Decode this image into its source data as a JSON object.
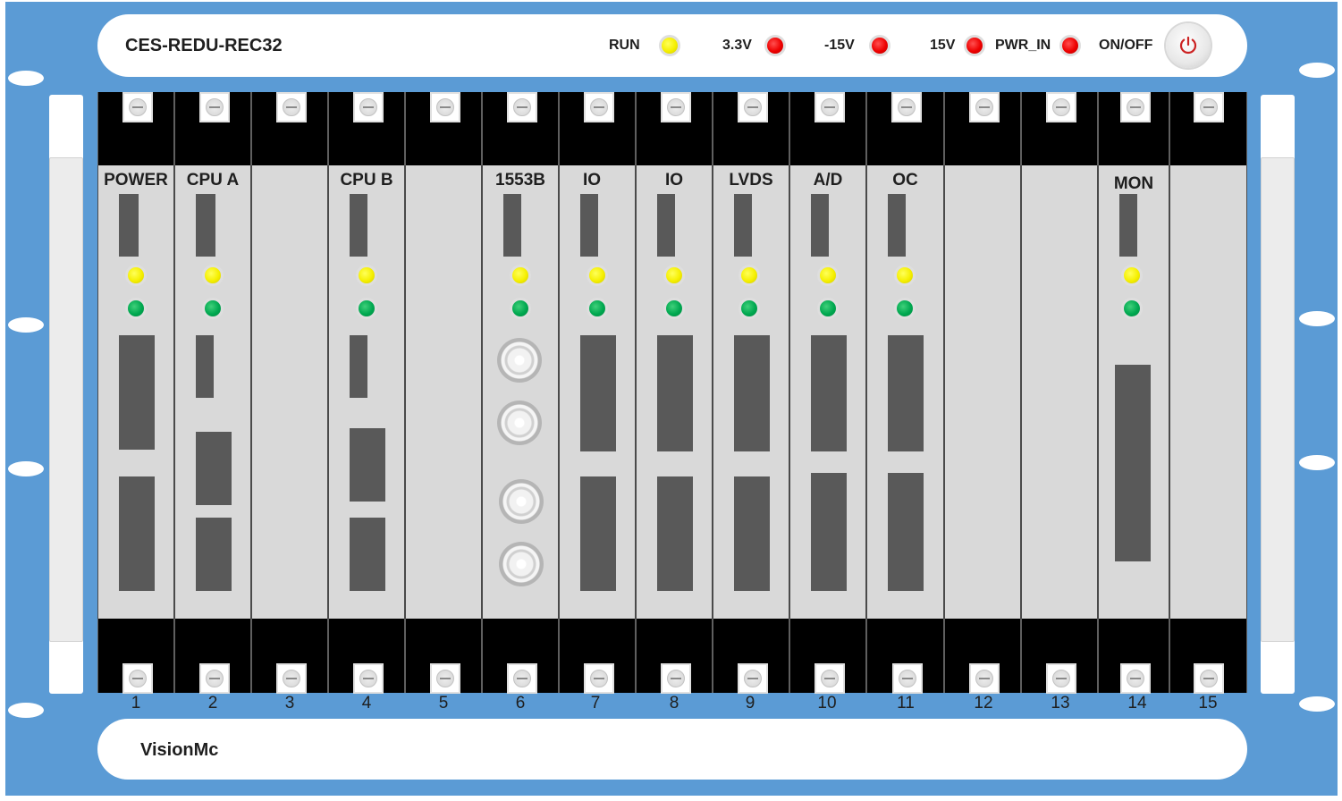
{
  "device": {
    "title": "CES-REDU-REC32",
    "bottom_label": "VisionMc"
  },
  "indicators": [
    {
      "label": "RUN",
      "color": "yellow"
    },
    {
      "label": "3.3V",
      "color": "red"
    },
    {
      "label": "-15V",
      "color": "red"
    },
    {
      "label": "15V",
      "color": "red"
    },
    {
      "label": "PWR_IN",
      "color": "red"
    }
  ],
  "power_button": {
    "label": "ON/OFF",
    "icon": "power-icon"
  },
  "slots": [
    {
      "number": "1",
      "module": "POWER"
    },
    {
      "number": "2",
      "module": "CPU A"
    },
    {
      "number": "3",
      "module": ""
    },
    {
      "number": "4",
      "module": "CPU B"
    },
    {
      "number": "5",
      "module": ""
    },
    {
      "number": "6",
      "module": "1553B"
    },
    {
      "number": "7",
      "module": "IO"
    },
    {
      "number": "8",
      "module": "IO"
    },
    {
      "number": "9",
      "module": "LVDS"
    },
    {
      "number": "10",
      "module": "A/D"
    },
    {
      "number": "11",
      "module": "OC"
    },
    {
      "number": "12",
      "module": ""
    },
    {
      "number": "13",
      "module": ""
    },
    {
      "number": "14",
      "module": "MON"
    },
    {
      "number": "15",
      "module": ""
    }
  ],
  "colors": {
    "chassis": "#5b9bd5",
    "module_face": "#d9d9d9",
    "connector": "#595959",
    "led_yellow": "#f5ef00",
    "led_green": "#00a850",
    "led_red": "#ee0000",
    "power_icon": "#cc2222"
  }
}
